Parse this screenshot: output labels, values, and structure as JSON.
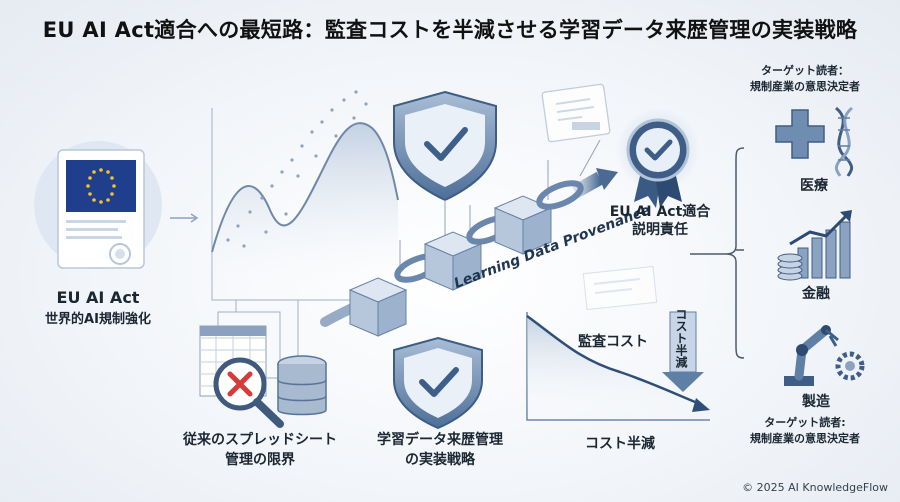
{
  "title": "EU AI Act適合への最短路：監査コストを半減させる学習データ来歴管理の実装戦略",
  "left": {
    "name": "EU AI Act",
    "desc": "世界的AI規制強化"
  },
  "bottom_left": {
    "line1": "従来のスプレッドシート",
    "line2": "管理の限界"
  },
  "bottom_center": {
    "line1": "学習データ来歴管理",
    "line2": "の実装戦略"
  },
  "chain_text": "Learning Data Provenance",
  "badge": {
    "line1": "EU AI Act適合",
    "line2": "説明責任"
  },
  "cost": {
    "curve_label": "監査コスト",
    "arrow_label": "コスト半減",
    "bottom_label": "コスト半減"
  },
  "target_top": {
    "line1": "ターゲット読者：",
    "line2": "規制産業の意思決定者"
  },
  "target_bottom": {
    "line1": "ターゲット読者:",
    "line2": "規制産業の意思決定者"
  },
  "industries": [
    {
      "label": "医療",
      "icon": "medical-cross-dna-icon"
    },
    {
      "label": "金融",
      "icon": "coins-growth-chart-icon"
    },
    {
      "label": "製造",
      "icon": "robot-arm-gear-icon"
    }
  ],
  "copyright": "© 2025 AI KnowledgeFlow",
  "colors": {
    "navy": "#274a72",
    "steel": "#5f7fa5",
    "light": "#c9d6e6",
    "eu_blue": "#1f3f8c",
    "eu_gold": "#f2c230",
    "red": "#d63a3a"
  }
}
